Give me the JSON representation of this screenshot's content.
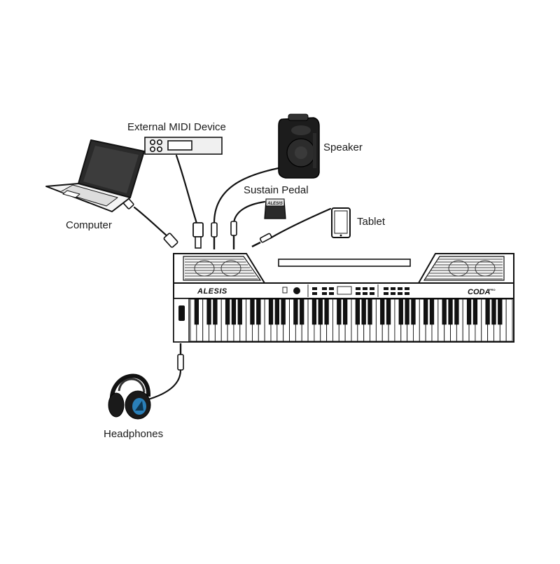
{
  "labels": {
    "external_midi": "External MIDI Device",
    "speaker": "Speaker",
    "sustain_pedal": "Sustain Pedal",
    "tablet": "Tablet",
    "computer": "Computer",
    "headphones": "Headphones"
  },
  "keyboard": {
    "brand": "ALESIS",
    "model": "CODA",
    "model_suffix": "PRO"
  },
  "pedal": {
    "brand": "ALESIS"
  },
  "colors": {
    "line": "#111111",
    "device_gray": "#e8e8e8",
    "headphone_accent": "#2a7fb8"
  }
}
